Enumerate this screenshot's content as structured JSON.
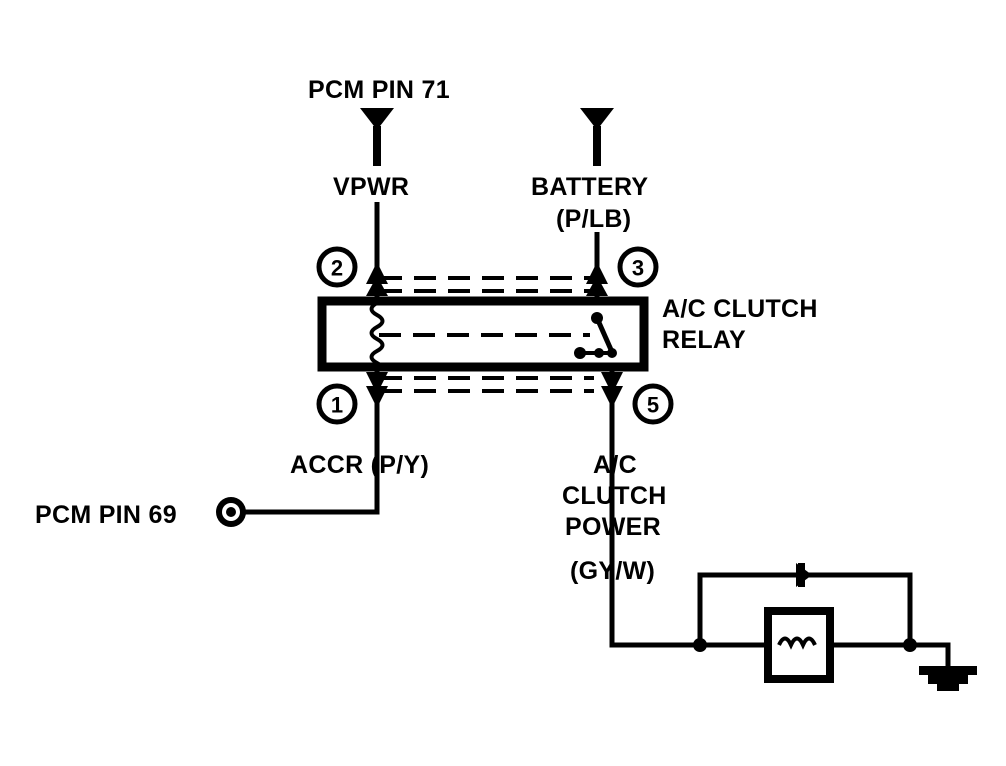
{
  "diagram": {
    "title": "A/C Clutch Relay Wiring Diagram",
    "ink_color": "#000000",
    "background_color": "#ffffff"
  },
  "labels": {
    "pcm_pin_71": "PCM PIN 71",
    "vpwr": "VPWR",
    "battery": "BATTERY",
    "battery_color_code": "(P/LB)",
    "relay_name_line1": "A/C CLUTCH",
    "relay_name_line2": "RELAY",
    "accr": "ACCR (P/Y)",
    "pcm_pin_69": "PCM PIN 69",
    "clutch_power_line1": "A/C",
    "clutch_power_line2": "CLUTCH",
    "clutch_power_line3": "POWER",
    "clutch_power_line4": "(GY/W)"
  },
  "relay": {
    "name": "A/C CLUTCH RELAY",
    "pins": [
      {
        "number": "2",
        "position": "top-left",
        "circuit": "VPWR"
      },
      {
        "number": "3",
        "position": "top-right",
        "circuit": "BATTERY (P/LB)"
      },
      {
        "number": "1",
        "position": "bottom-left",
        "circuit": "ACCR (P/Y)"
      },
      {
        "number": "5",
        "position": "bottom-right",
        "circuit": "A/C CLUTCH POWER (GY/W)"
      }
    ],
    "internal": {
      "coil_side": "left",
      "switch_side": "right",
      "contact_type": "normally-open"
    }
  },
  "components": {
    "clutch_coil": {
      "name": "a-c-clutch-coil",
      "symbol": "inductor-in-box"
    },
    "diode": {
      "name": "suppression-diode",
      "symbol": "diode"
    },
    "ground": {
      "name": "chassis-ground",
      "symbol": "ground"
    },
    "ring_terminal": {
      "name": "pcm-pin-69-terminal",
      "symbol": "ring-terminal"
    }
  },
  "connectors": {
    "arrow_vpwr": {
      "name": "vpwr-connector-arrow",
      "symbol": "filled-down-triangle"
    },
    "arrow_battery": {
      "name": "battery-connector-arrow",
      "symbol": "filled-down-triangle"
    }
  }
}
